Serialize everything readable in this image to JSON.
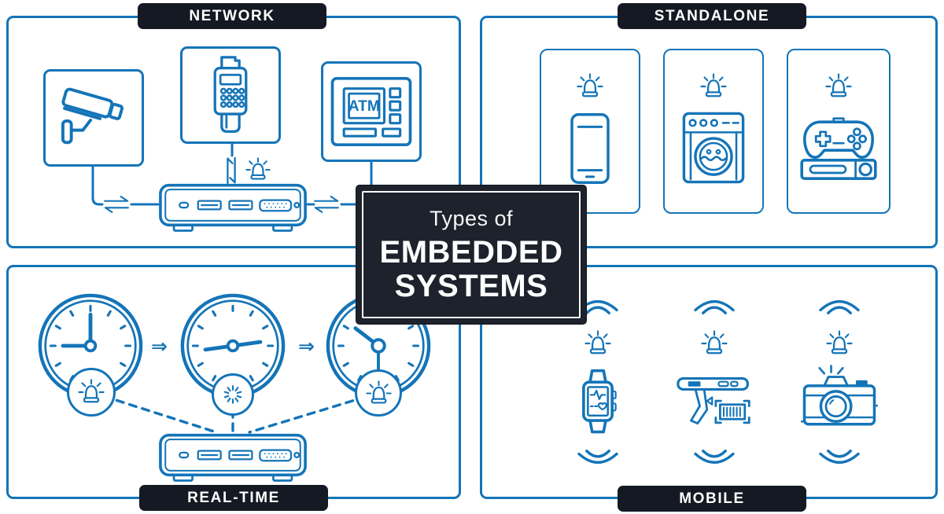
{
  "title_box": {
    "kicker": "Types of",
    "line1": "EMBEDDED",
    "line2": "SYSTEMS"
  },
  "quadrants": {
    "network": {
      "label": "NETWORK",
      "atm_screen_text": "ATM",
      "devices": [
        "cctv-camera",
        "pos-terminal",
        "atm-machine"
      ],
      "hub": "embedded-hub-device",
      "extras": [
        "alarm-light",
        "transfer-arrows"
      ]
    },
    "standalone": {
      "label": "STANDALONE",
      "devices": [
        "smartphone",
        "washing-machine",
        "game-console"
      ],
      "extras": [
        "alarm-light"
      ]
    },
    "realtime": {
      "label": "REAL-TIME",
      "arrow_glyph": "⇒",
      "clocks": [
        "clock-with-alarm",
        "clock-with-processing",
        "clock-with-alarm"
      ],
      "hub": "embedded-hub-device"
    },
    "mobile": {
      "label": "MOBILE",
      "devices": [
        "smartwatch",
        "barcode-scanner",
        "digital-camera"
      ],
      "extras": [
        "alarm-light",
        "signal-waves"
      ]
    }
  },
  "colors": {
    "line_blue": "#1474b8",
    "tag_bg": "#141923",
    "title_bg": "#1d222c",
    "text_white": "#ffffff",
    "background": "#ffffff"
  }
}
